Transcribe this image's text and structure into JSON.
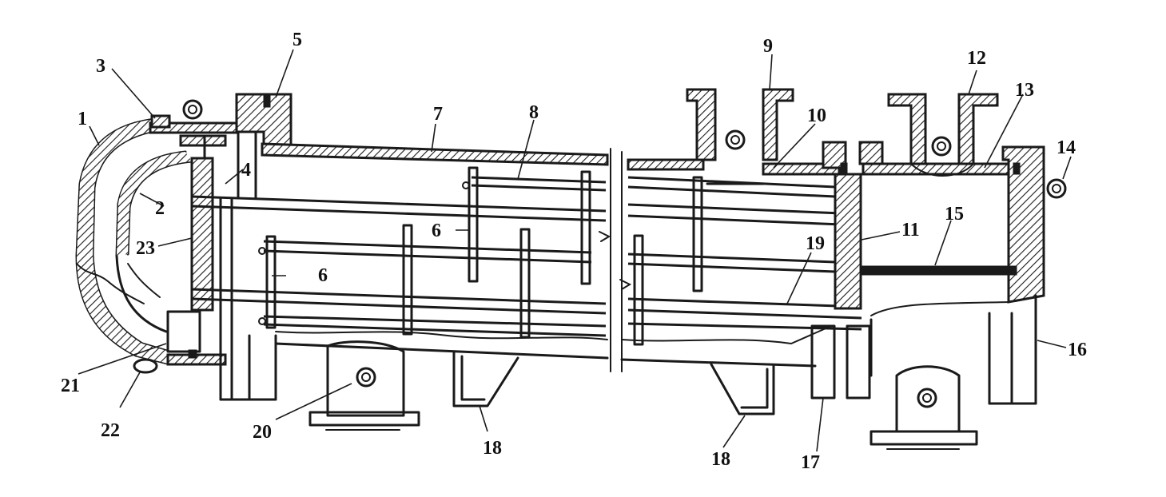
{
  "labels": {
    "l1": "1",
    "l2": "2",
    "l3": "3",
    "l4": "4",
    "l5": "5",
    "l6a": "6",
    "l6b": "6",
    "l7": "7",
    "l8": "8",
    "l9": "9",
    "l10": "10",
    "l11": "11",
    "l12": "12",
    "l13": "13",
    "l14": "14",
    "l15": "15",
    "l16": "16",
    "l17": "17",
    "l18a": "18",
    "l18b": "18",
    "l19": "19",
    "l20": "20",
    "l21": "21",
    "l22": "22",
    "l23": "23"
  }
}
